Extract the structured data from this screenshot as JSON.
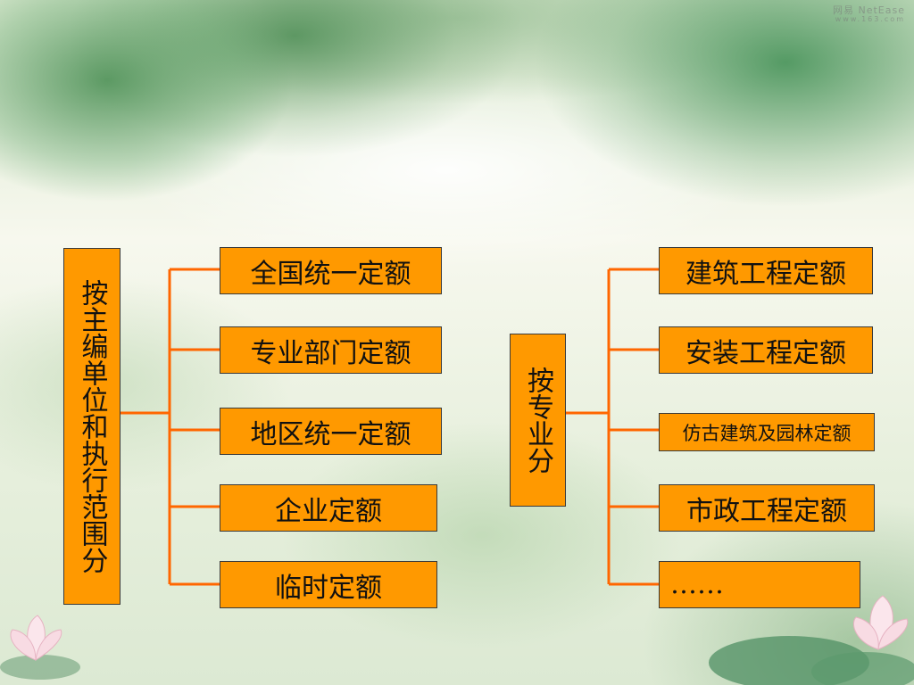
{
  "watermark": {
    "logo": "网易 NetEase",
    "url": "www.163.com"
  },
  "left_group": {
    "root": "按主编单位和执行范围分",
    "children": [
      "全国统一定额",
      "专业部门定额",
      "地区统一定额",
      "企业定额",
      "临时定额"
    ]
  },
  "right_group": {
    "root": "按专业分",
    "children": [
      "建筑工程定额",
      "安装工程定额",
      "仿古建筑及园林定额",
      "市政工程定额",
      "……"
    ]
  },
  "colors": {
    "box_fill": "#ff9900",
    "connector": "#ff6600",
    "box_border": "#3a3a3a"
  }
}
